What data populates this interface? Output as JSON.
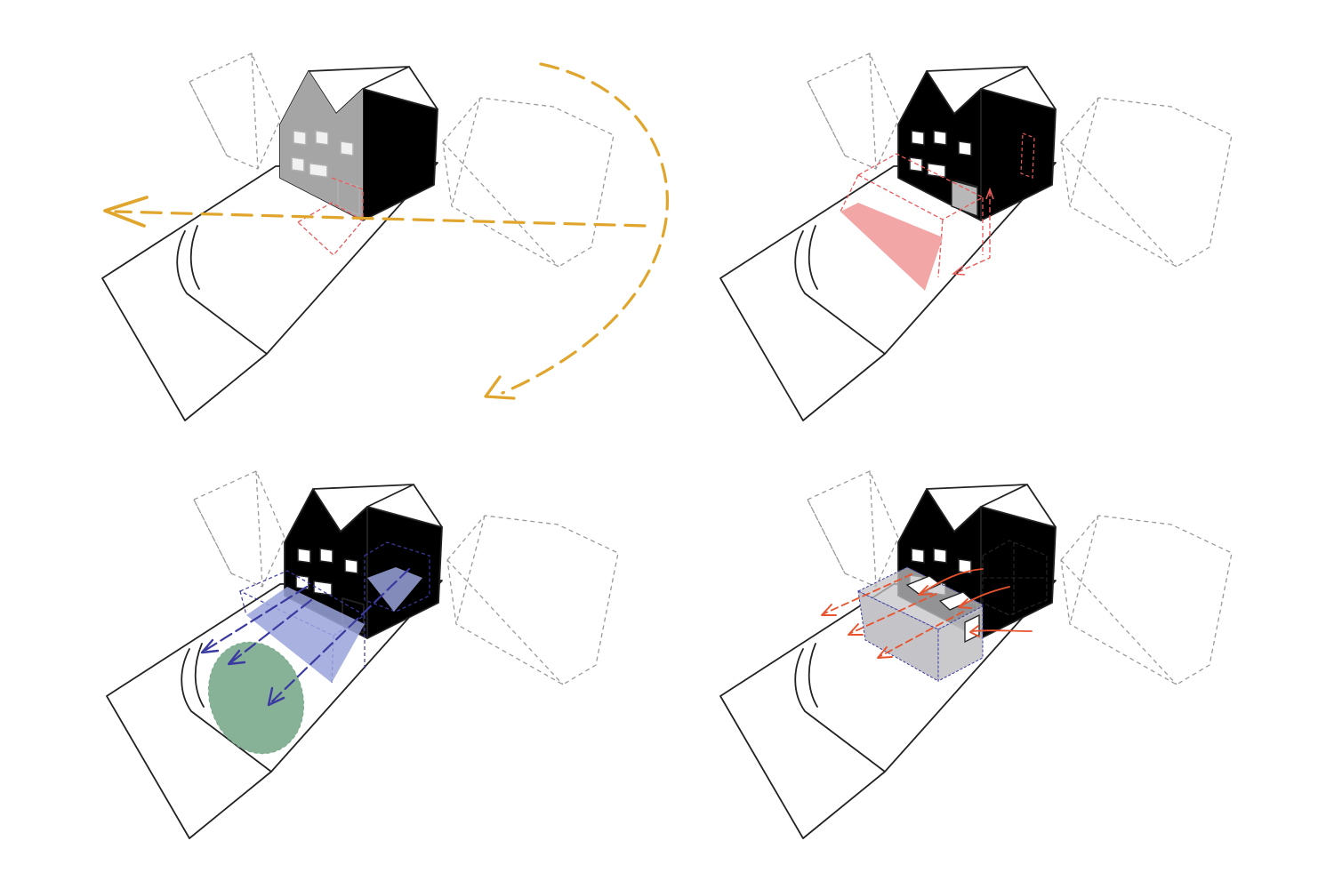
{
  "colors": {
    "sun_path": "#e0a52c",
    "parking": "#ea5a5a",
    "parking_fill": "#f2a6a6",
    "garden": "#7aaa8c",
    "view": "#3a3aa0",
    "view_fill": "#9aa3dc",
    "light": "#e8532e",
    "extension_fill": "#c4c4c8",
    "wall_gable": "#ebebeb",
    "wall_side": "#ffffff",
    "ghost": "#9a9a9a",
    "ink": "#222222"
  },
  "panels": [
    {
      "id": "sun-path",
      "overlay": "sun-path-arrows"
    },
    {
      "id": "parking",
      "overlay": "parking-zone"
    },
    {
      "id": "garden-views",
      "overlay": "view-arrows-garden"
    },
    {
      "id": "rear-extension",
      "overlay": "daylight-arrows"
    }
  ]
}
